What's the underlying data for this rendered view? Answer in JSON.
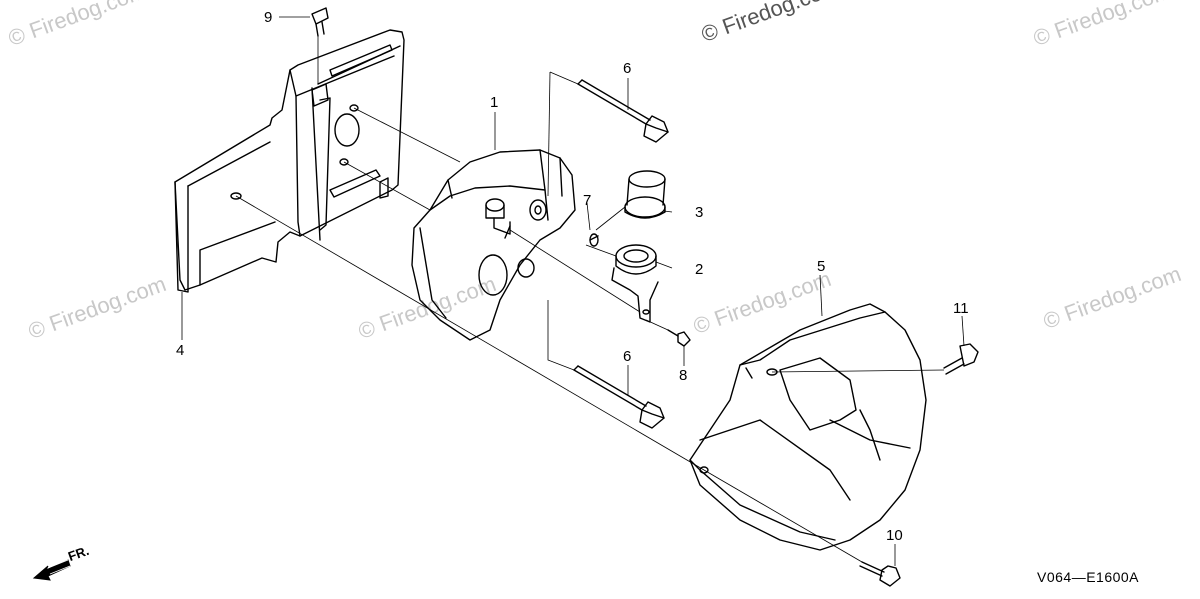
{
  "watermark": "© Firedog.com",
  "diagram_code": "V064—E1600A",
  "front_indicator": "FR.",
  "callouts": [
    "1",
    "2",
    "3",
    "4",
    "5",
    "6",
    "6",
    "7",
    "8",
    "9",
    "10",
    "11"
  ]
}
